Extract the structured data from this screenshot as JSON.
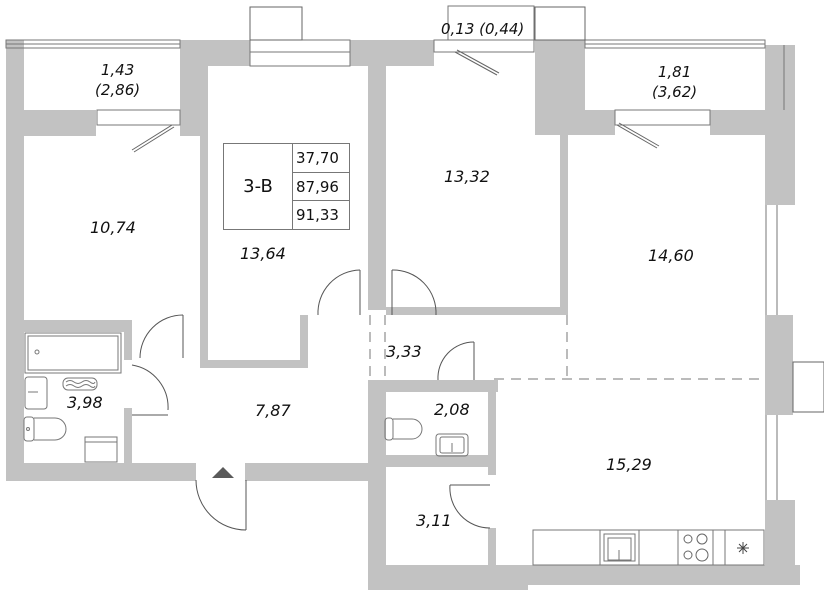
{
  "apartment": {
    "code": "3-B",
    "living_area": "37,70",
    "total_area": "87,96",
    "total_area_with_balconies": "91,33"
  },
  "rooms": [
    {
      "id": "balcony-left",
      "area": "1,43",
      "area_alt": "(2,86)"
    },
    {
      "id": "balcony-center",
      "label": "0,13 (0,44)"
    },
    {
      "id": "balcony-right",
      "area": "1,81",
      "area_alt": "(3,62)"
    },
    {
      "id": "bedroom-left",
      "area": "10,74"
    },
    {
      "id": "bedroom-middle",
      "area": "13,64"
    },
    {
      "id": "bedroom-center",
      "area": "13,32"
    },
    {
      "id": "bedroom-right",
      "area": "14,60"
    },
    {
      "id": "bathroom",
      "area": "3,98"
    },
    {
      "id": "hallway",
      "area": "7,87"
    },
    {
      "id": "corridor",
      "area": "3,33"
    },
    {
      "id": "wc",
      "area": "2,08"
    },
    {
      "id": "storage",
      "area": "3,11"
    },
    {
      "id": "kitchen-living",
      "area": "15,29"
    }
  ],
  "colors": {
    "wall": "#c2c2c2",
    "line": "#666666",
    "entrance_marker": "#5a5a5a",
    "background": "#ffffff"
  },
  "icons": [
    "entrance-arrow-icon",
    "bathtub-icon",
    "sink-icon",
    "toilet-icon",
    "washing-machine-icon",
    "towel-dryer-icon",
    "kitchen-sink-icon",
    "stove-icon",
    "hood-icon",
    "door-swing-icon",
    "window-icon",
    "ac-unit-icon"
  ]
}
